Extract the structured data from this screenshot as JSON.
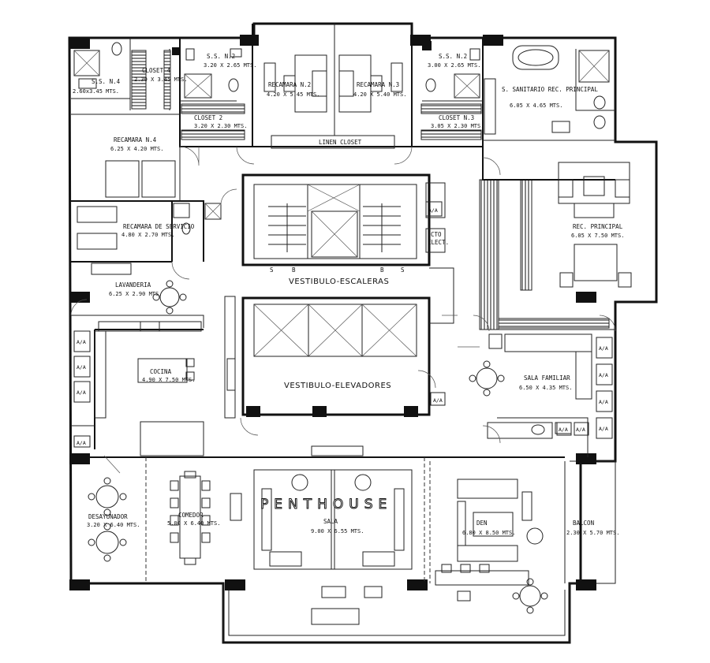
{
  "title": "PENTHOUSE",
  "rooms": [
    {
      "name": "S.S. N.4",
      "dims": "2.60x3.45 MTS."
    },
    {
      "name": "CLOSET 4",
      "dims": "2.30 X 3.45 MTS."
    },
    {
      "name": "S.S. N.2",
      "dims": "3.20 X 2.65 MTS."
    },
    {
      "name": "RECAMARA N.2",
      "dims": "4.20 X 5.45 MTS."
    },
    {
      "name": "RECAMARA N.3",
      "dims": "4.20 X 5.40 MTS."
    },
    {
      "name": "S.S. N.2",
      "dims": "3.00 X 2.65 MTS."
    },
    {
      "name": "S. SANITARIO REC. PRINCIPAL",
      "dims": "6.05 X 4.65 MTS."
    },
    {
      "name": "CLOSET 2",
      "dims": "3.20 X 2.30 MTS."
    },
    {
      "name": "CLOSET N.3",
      "dims": "3.05 X 2.30 MTS."
    },
    {
      "name": "RECAMARA N.4",
      "dims": "6.25 X 4.20 MTS."
    },
    {
      "name": "RECAMARA DE SERVICIO",
      "dims": "4.80 X 2.70 MTS."
    },
    {
      "name": "LAVANDERIA",
      "dims": "6.25 X 2.90 MTS."
    },
    {
      "name": "COCINA",
      "dims": "4.90 X 7.50 MTS."
    },
    {
      "name": "REC. PRINCIPAL",
      "dims": "6.05 X 7.50 MTS."
    },
    {
      "name": "SALA FAMILIAR",
      "dims": "6.50 X 4.35 MTS."
    },
    {
      "name": "DESAYUNADOR",
      "dims": "3.20 X 6.40 MTS."
    },
    {
      "name": "COMEDOR",
      "dims": "5.00 X 6.40 MTS."
    },
    {
      "name": "SALA",
      "dims": "9.00 X 6.55 MTS."
    },
    {
      "name": "DEN",
      "dims": "6.80 X 8.50 MTS."
    },
    {
      "name": "BALCON",
      "dims": "2.30 X 5.70 MTS."
    }
  ],
  "labels": {
    "linen_closet": "LINEN CLOSET",
    "vestibulo_escaleras": "VESTIBULO-ESCALERAS",
    "vestibulo_elevadores": "VESTIBULO-ELEVADORES",
    "cto_elect": "CTO",
    "cto_elect_2": "ELECT.",
    "aa": "A/A",
    "stair_s": "S",
    "stair_b": "B"
  }
}
